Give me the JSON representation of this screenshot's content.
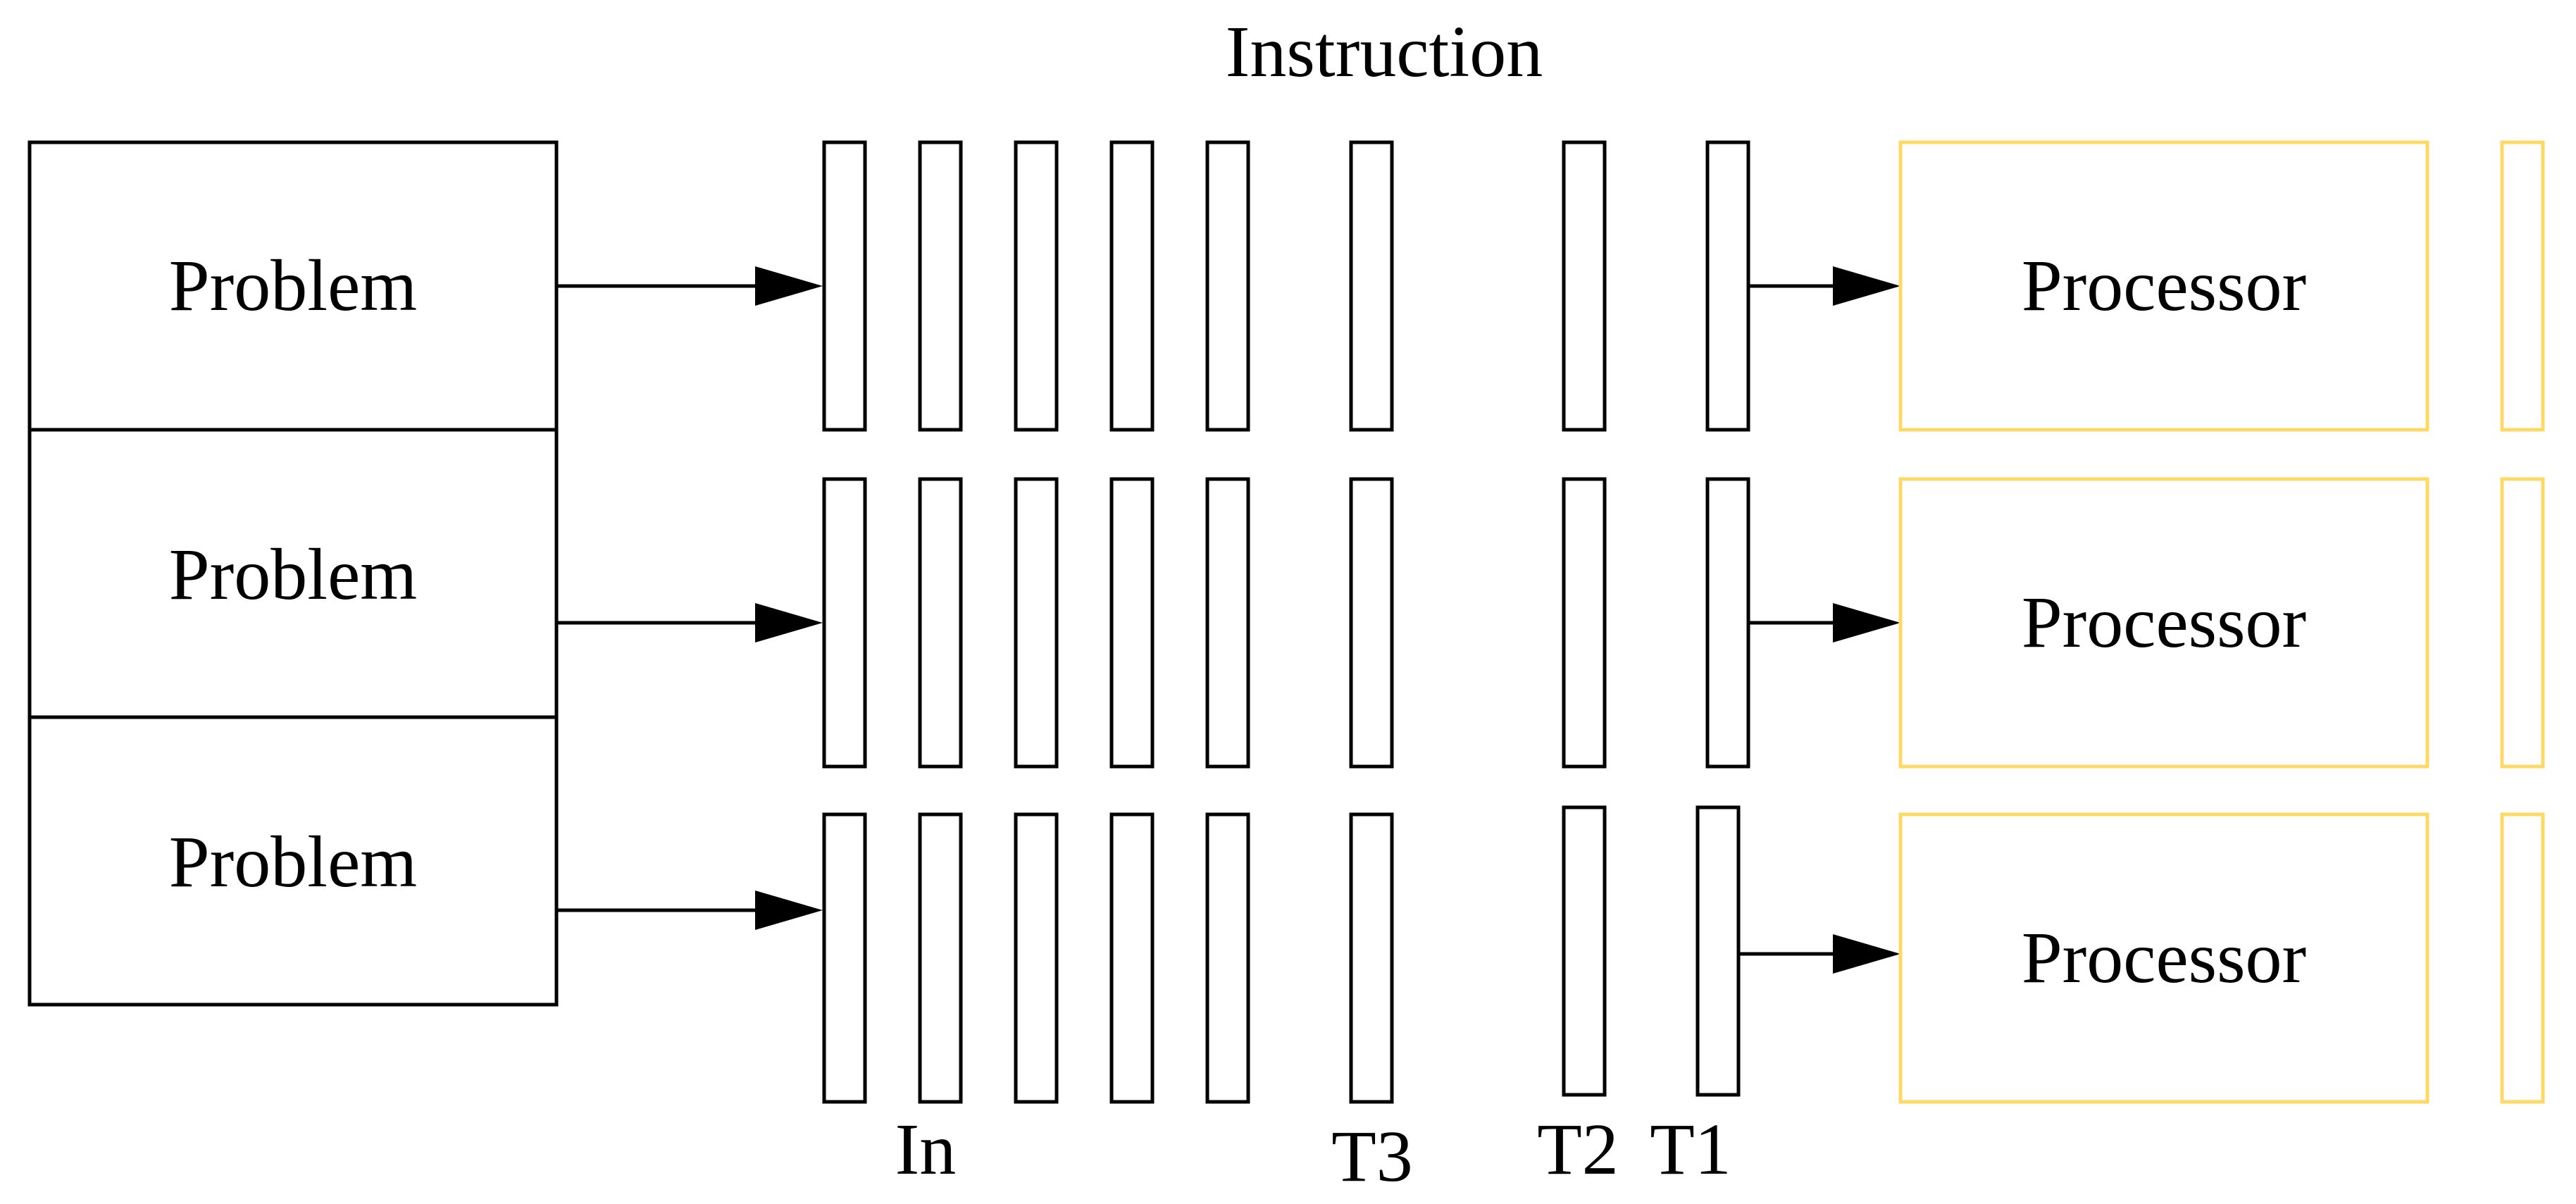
{
  "diagram": {
    "title": "Instruction",
    "rows": [
      {
        "problem_label": "Problem",
        "processor_label": "Processor"
      },
      {
        "problem_label": "Problem",
        "processor_label": "Processor"
      },
      {
        "problem_label": "Problem",
        "processor_label": "Processor"
      }
    ],
    "slot_labels": {
      "in": "In",
      "t3": "T3",
      "t2": "T2",
      "t1": "T1"
    },
    "colors": {
      "stroke": "#000000",
      "processor_border": "#FFD966",
      "background": "#FFFFFF"
    }
  }
}
